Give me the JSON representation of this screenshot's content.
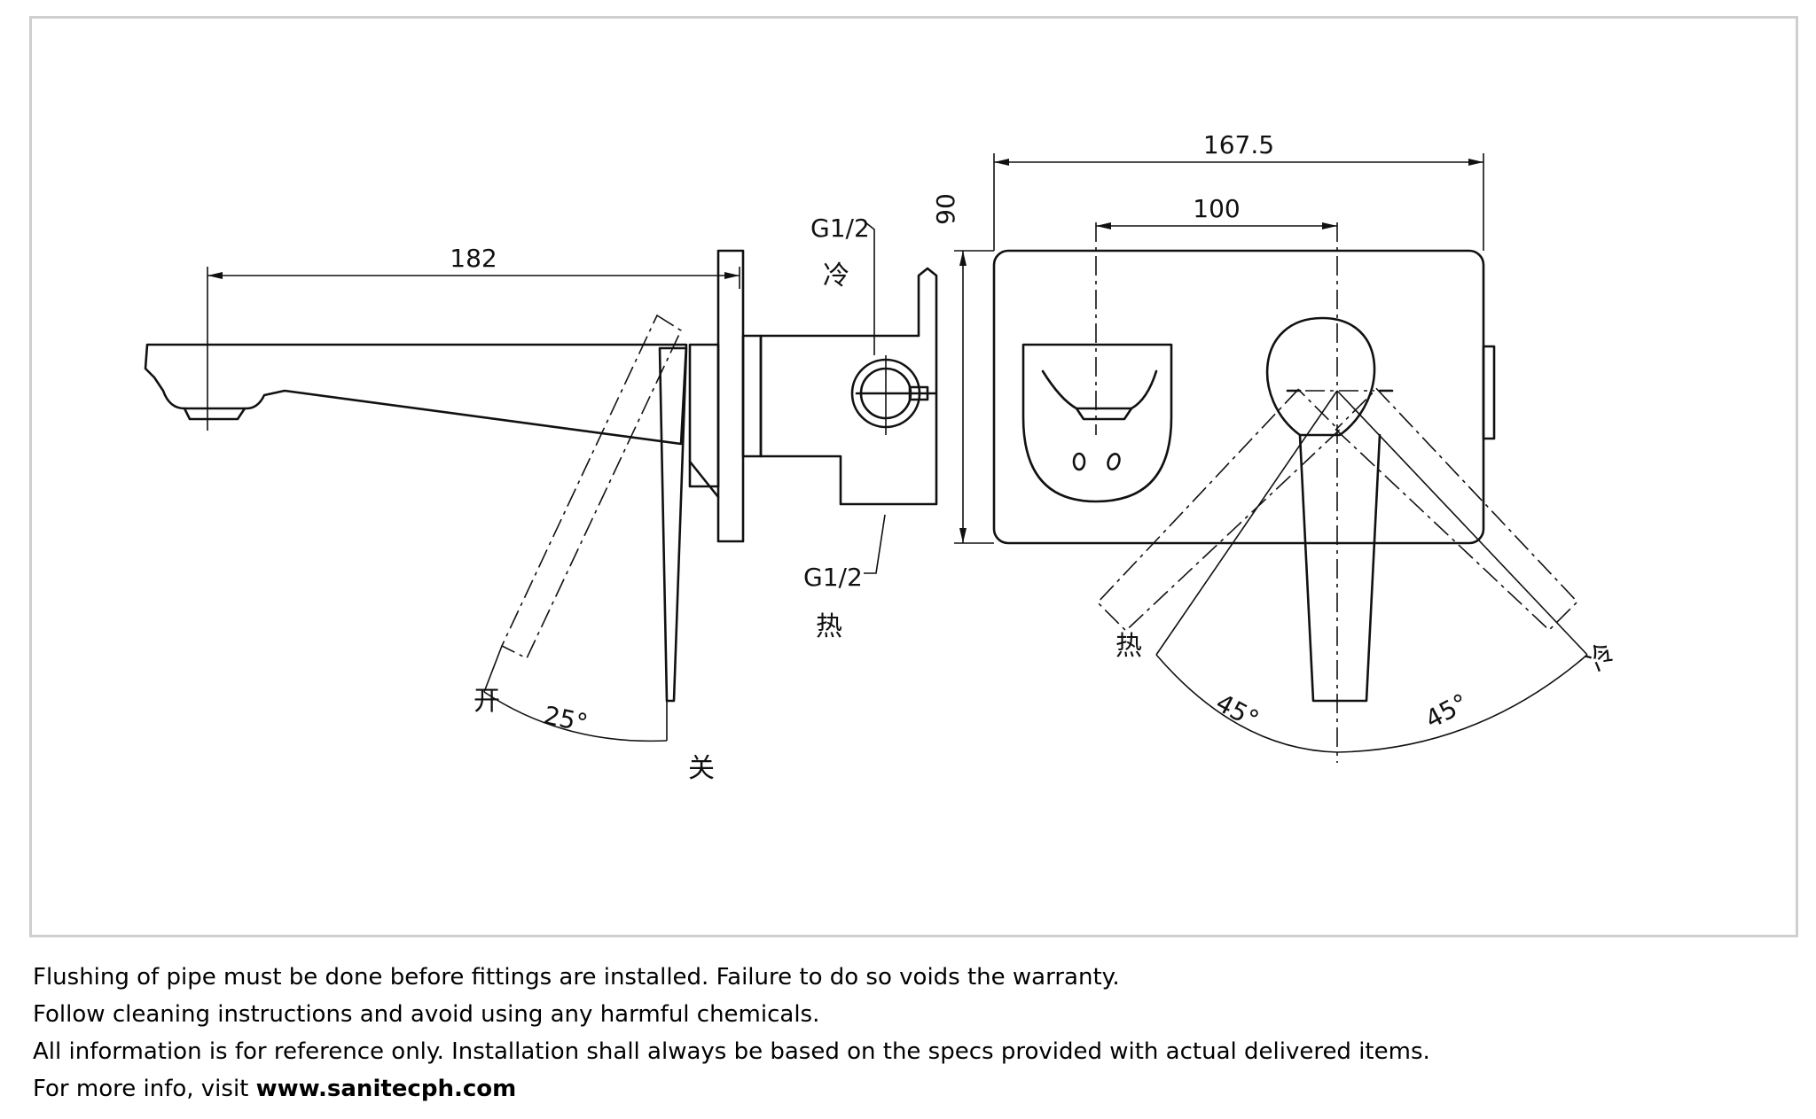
{
  "diagram": {
    "dimensions": {
      "spout_length": "182",
      "plate_width": "167.5",
      "handle_offset": "100",
      "plate_height": "90",
      "spout_angle": "25°",
      "handle_angle_left": "45°",
      "handle_angle_right": "45°"
    },
    "labels": {
      "cold_inlet": "G1/2",
      "cold_inlet_char": "冷",
      "hot_inlet": "G1/2",
      "hot_inlet_char": "热",
      "open": "开",
      "close": "关",
      "hot": "热",
      "cold": "冷"
    }
  },
  "notes": {
    "line1": "Flushing of pipe must be done before fittings are installed. Failure to do so voids the warranty.",
    "line2": "Follow cleaning instructions and avoid using any harmful chemicals.",
    "line3": "All information is for reference only. Installation shall always be based on the specs provided with actual delivered items.",
    "line4_prefix": "For more info, visit ",
    "line4_link": "www.sanitecph.com"
  }
}
